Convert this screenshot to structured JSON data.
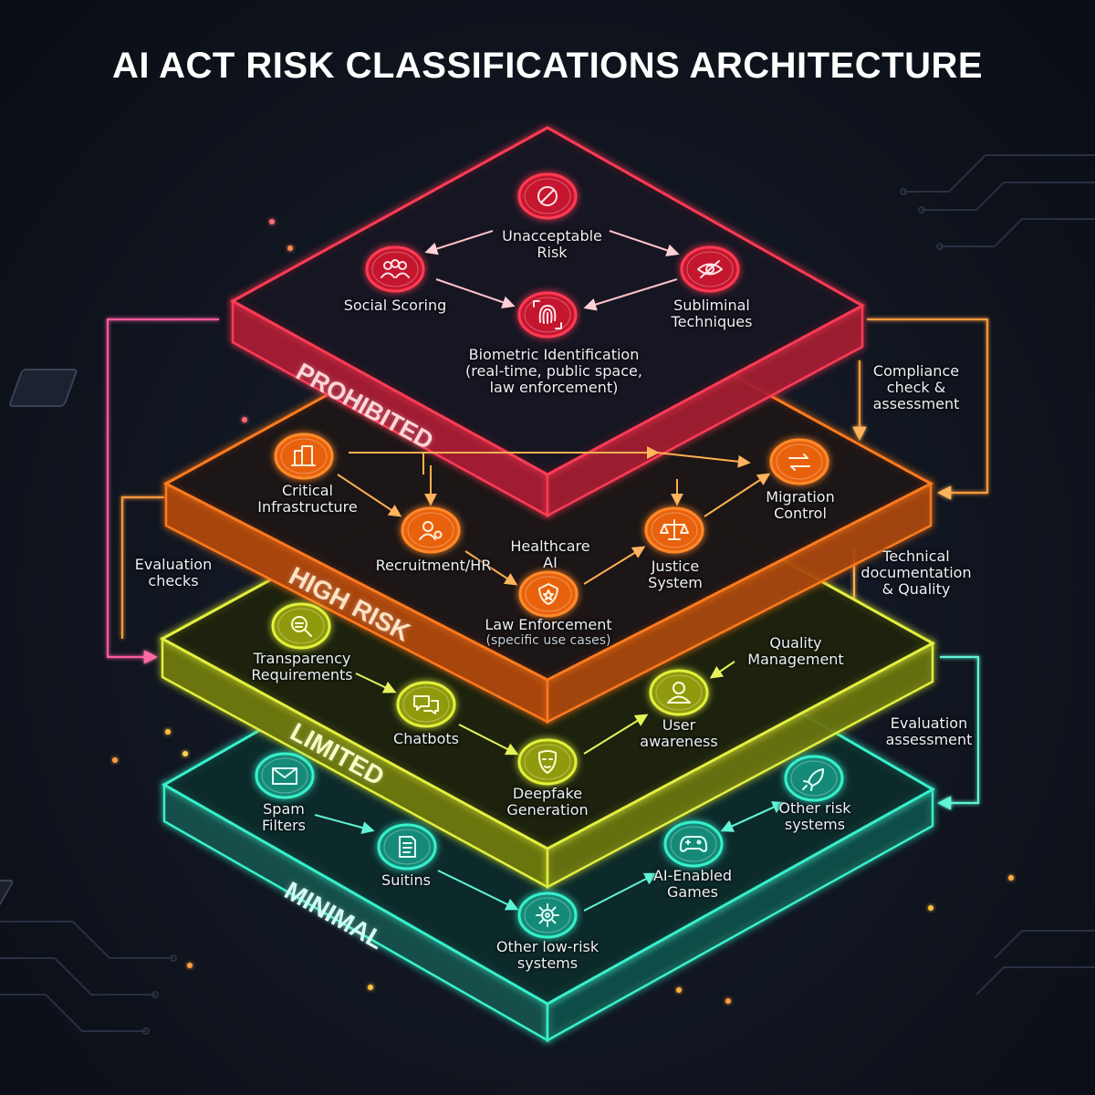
{
  "title": "AI ACT RISK CLASSIFICATIONS ARCHITECTURE",
  "colors": {
    "background": "#0e121d",
    "prohibited": "#ff3b55",
    "high_risk": "#ff7a1a",
    "limited": "#e2f03c",
    "minimal": "#38f0cc",
    "compliance_loop": "#ffa030"
  },
  "tiers": {
    "prohibited": {
      "label": "PROHIBITED",
      "nodes": [
        {
          "icon": "prohibited-icon",
          "label": "Unacceptable\nRisk"
        },
        {
          "icon": "people-group-icon",
          "label": "Social Scoring"
        },
        {
          "icon": "eye-icon",
          "label": "Subliminal\nTechniques"
        },
        {
          "icon": "fingerprint-icon",
          "label": "Biometric Identification\n(real-time, public space,\nlaw enforcement)"
        }
      ]
    },
    "high_risk": {
      "label": "HIGH RISK",
      "nodes": [
        {
          "icon": "building-icon",
          "label": "Critical\nInfrastructure"
        },
        {
          "icon": "user-gear-icon",
          "label": "Recruitment/HR"
        },
        {
          "icon": "",
          "label": "Healthcare\nAI"
        },
        {
          "icon": "scales-icon",
          "label": "Justice\nSystem"
        },
        {
          "icon": "exchange-icon",
          "label": "Migration\nControl"
        },
        {
          "icon": "shield-badge-icon",
          "label": "Law Enforcement",
          "sublabel": "(specific use cases)"
        }
      ]
    },
    "limited": {
      "label": "LIMITED",
      "nodes": [
        {
          "icon": "magnifier-icon",
          "label": "Transparency\nRequirements"
        },
        {
          "icon": "chat-bubbles-icon",
          "label": "Chatbots"
        },
        {
          "icon": "mask-face-icon",
          "label": "Deepfake\nGeneration"
        },
        {
          "icon": "user-icon",
          "label": "User\nawareness"
        }
      ]
    },
    "minimal": {
      "label": "MINIMAL",
      "nodes": [
        {
          "icon": "envelope-icon",
          "label": "Spam\nFilters"
        },
        {
          "icon": "document-icon",
          "label": "Suitins"
        },
        {
          "icon": "gear-icon",
          "label": "Other low-risk\nsystems"
        },
        {
          "icon": "gamepad-icon",
          "label": "AI-Enabled\nGames"
        },
        {
          "icon": "rocket-icon",
          "label": "Other risk\nsystems"
        }
      ]
    }
  },
  "side_notes": {
    "compliance": "Compliance\ncheck &\nassessment",
    "evaluation_checks": "Evaluation\nchecks",
    "technical_documentation": "Technical\ndocumentation\n& Quality",
    "quality_management": "Quality\nManagement",
    "evaluation_assessment": "Evaluation\nassessment"
  }
}
